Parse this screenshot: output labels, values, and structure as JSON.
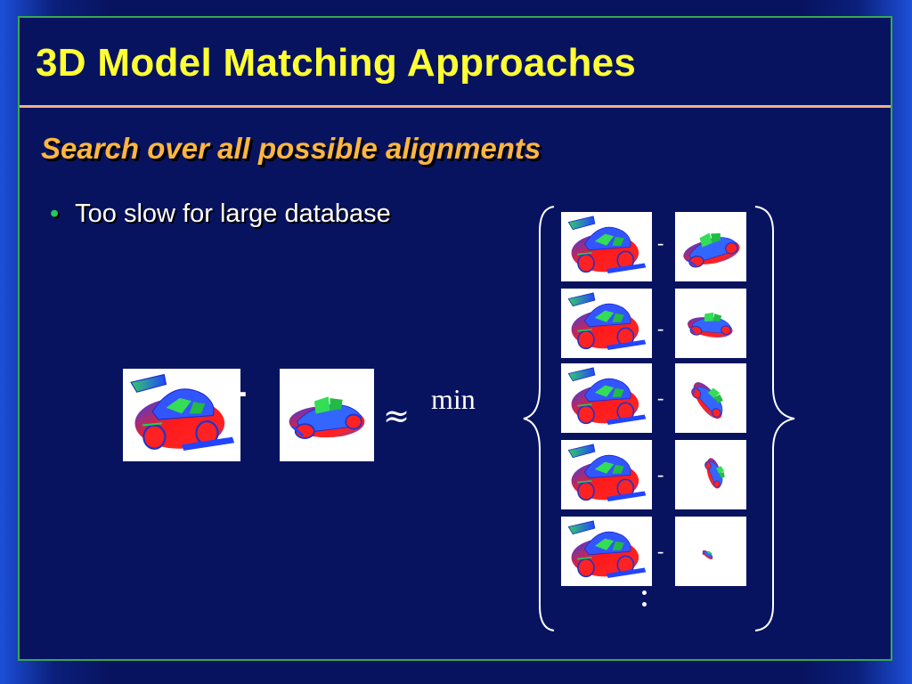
{
  "slide": {
    "title": "3D Model Matching Approaches",
    "subtitle": "Search over all possible alignments",
    "bullets": [
      "Too slow for large database"
    ]
  },
  "equation": {
    "minus_symbol": "-",
    "approx_symbol": "≈",
    "min_label": "min",
    "row_minus_symbol": "-",
    "rows": 5,
    "continues": "⋮"
  },
  "images": {
    "query": "beetle-car-model",
    "target": "convertible-car-model",
    "rotation_degrees": [
      -10,
      10,
      55,
      75,
      40
    ]
  },
  "colors": {
    "title": "#ffff33",
    "subtitle": "#ffb640",
    "background": "#081360",
    "frame": "#35a853",
    "rule": "#f0b088",
    "bullet": "#22cc55"
  }
}
